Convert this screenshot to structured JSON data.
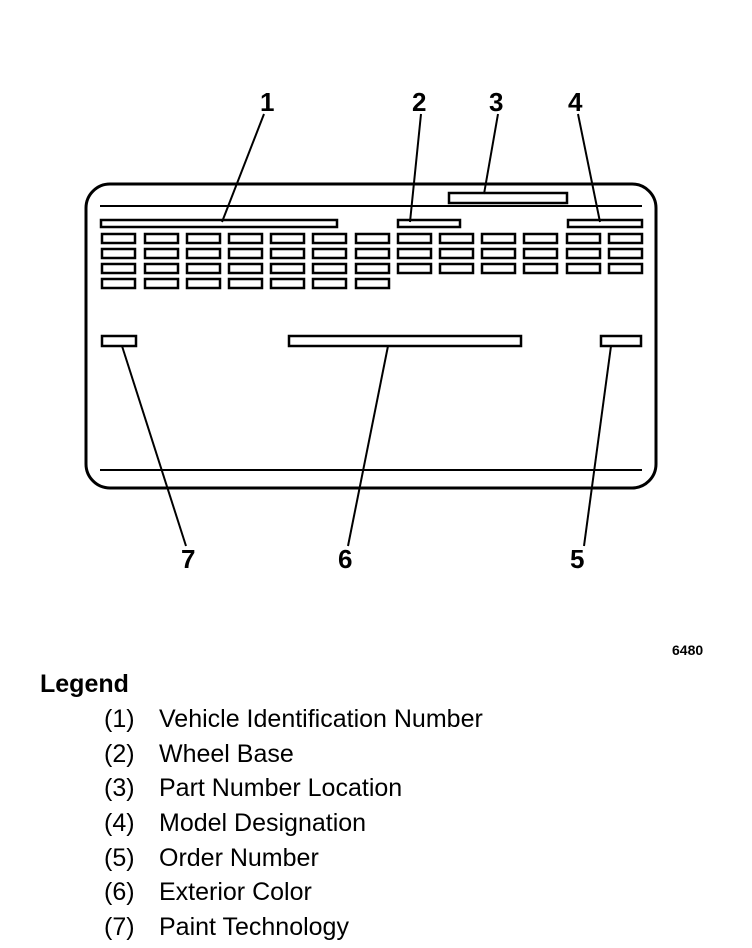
{
  "diagram": {
    "callouts": [
      "1",
      "2",
      "3",
      "4",
      "5",
      "6",
      "7"
    ],
    "figure_id": "6480"
  },
  "legend": {
    "title": "Legend",
    "items": [
      {
        "num": "(1)",
        "text": "Vehicle Identification Number"
      },
      {
        "num": "(2)",
        "text": "Wheel Base"
      },
      {
        "num": "(3)",
        "text": "Part Number Location"
      },
      {
        "num": "(4)",
        "text": "Model Designation"
      },
      {
        "num": "(5)",
        "text": "Order Number"
      },
      {
        "num": "(6)",
        "text": "Exterior Color"
      },
      {
        "num": "(7)",
        "text": "Paint Technology"
      }
    ]
  }
}
